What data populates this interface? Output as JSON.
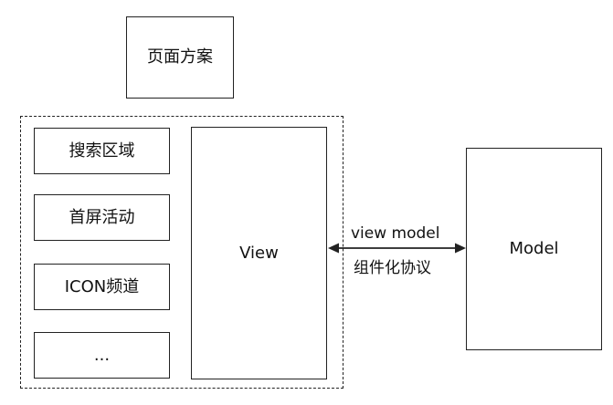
{
  "diagram": {
    "top_box": "页面方案",
    "modules": [
      "搜索区域",
      "首屏活动",
      "ICON频道",
      "..."
    ],
    "view_box": "View",
    "model_box": "Model",
    "link_label_top": "view model",
    "link_label_bottom": "组件化协议"
  }
}
